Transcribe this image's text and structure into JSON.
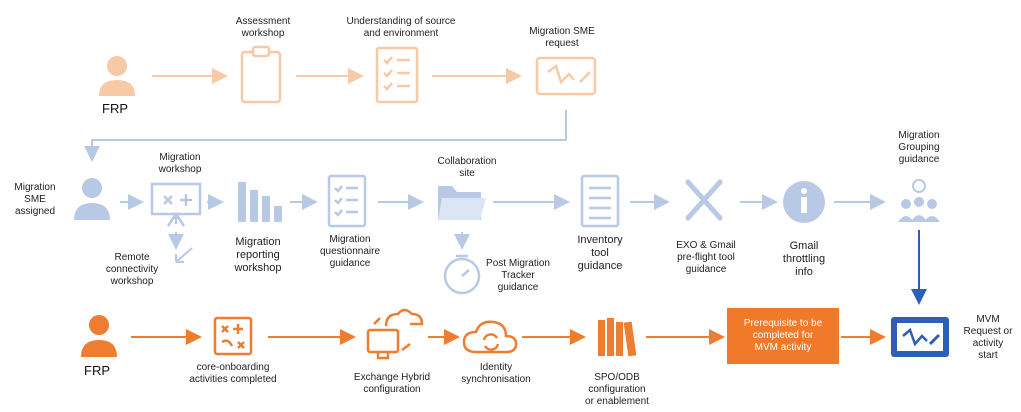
{
  "colors": {
    "faded_orange": "#f7c9a6",
    "faded_blue": "#b8c9e6",
    "orange": "#ee7d31",
    "blue": "#2e5fb8",
    "prereq_bg": "#f07a2a"
  },
  "row1": {
    "frp": "FRP",
    "assessment": "Assessment\nworkshop",
    "understanding": "Understanding of source\nand environment",
    "sme_request": "Migration SME\nrequest"
  },
  "row2": {
    "sme_assigned": "Migration\nSME\nassigned",
    "migration_workshop": "Migration\nworkshop",
    "remote_workshop": "Remote\nconnectivity\nworkshop",
    "reporting_workshop": "Migration\nreporting\nworkshop",
    "questionnaire": "Migration\nquestionnaire\nguidance",
    "collab_site": "Collaboration\nsite",
    "post_migration": "Post Migration\nTracker\nguidance",
    "inventory": "Inventory\ntool\nguidance",
    "exo_gmail": "EXO & Gmail\npre-flight tool\nguidance",
    "gmail_throttling": "Gmail\nthrottling\ninfo",
    "grouping": "Migration\nGrouping\nguidance"
  },
  "row3": {
    "frp": "FRP",
    "core_onboarding": "core-onboarding\nactivities completed",
    "exchange_hybrid": "Exchange Hybrid\nconfiguration",
    "identity_sync": "Identity\nsynchronisation",
    "spo_odb": "SPO/ODB\nconfiguration\nor enablement",
    "prerequisite": "Prerequisite to be\ncompleted for\nMVM activity",
    "mvm_request": "MVM\nRequest or\nactivity\nstart"
  },
  "icons": [
    "person-icon",
    "clipboard-icon",
    "checklist-icon",
    "whiteboard-icon",
    "presentation-icon",
    "bar-chart-icon",
    "folder-icon",
    "stopwatch-icon",
    "document-icon",
    "tools-icon",
    "info-icon",
    "team-idea-icon",
    "puzzle-strategy-icon",
    "cloud-computer-sync-icon",
    "cloud-sync-icon",
    "books-icon"
  ]
}
